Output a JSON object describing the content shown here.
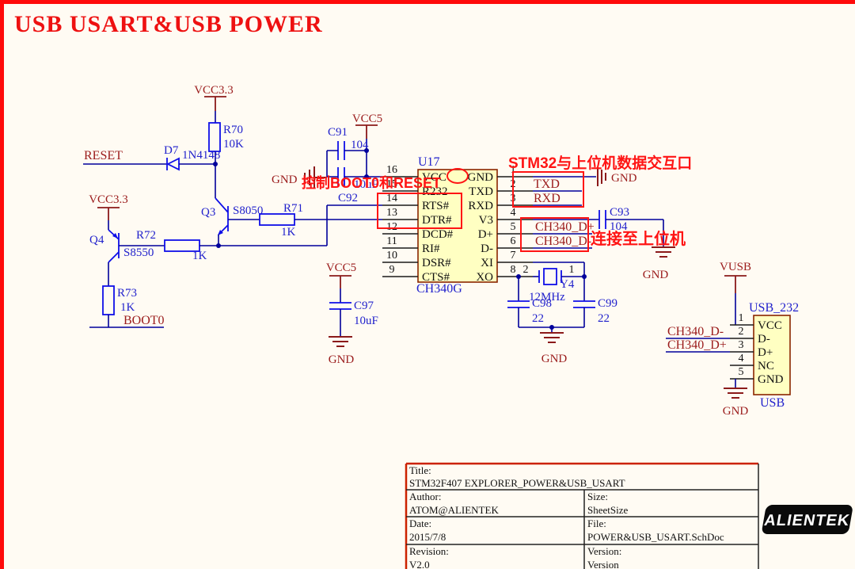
{
  "page": {
    "heading": "USB USART&USB POWER"
  },
  "power": {
    "vcc33": "VCC3.3",
    "vcc5": "VCC5",
    "vusb": "VUSB",
    "gnd": "GND"
  },
  "nets": {
    "reset": "RESET",
    "boot0": "BOOT0",
    "txd": "TXD",
    "rxd": "RXD",
    "ch340_dp": "CH340_D+",
    "ch340_dm": "CH340_D-"
  },
  "components": {
    "r70": {
      "ref": "R70",
      "val": "10K"
    },
    "r71": {
      "ref": "R71",
      "val": "1K"
    },
    "r72": {
      "ref": "R72",
      "val": "1K"
    },
    "r73": {
      "ref": "R73",
      "val": "1K"
    },
    "d7": {
      "ref": "D7",
      "val": "1N4148"
    },
    "q3": {
      "ref": "Q3",
      "val": "S8050"
    },
    "q4": {
      "ref": "Q4",
      "val": "S8550"
    },
    "c91": {
      "ref": "C91",
      "val": "104"
    },
    "c92": {
      "ref": "C92",
      "val": "10uF"
    },
    "c93": {
      "ref": "C93",
      "val": "104"
    },
    "c97": {
      "ref": "C97",
      "val": "10uF"
    },
    "c98": {
      "ref": "C98",
      "val": "22"
    },
    "c99": {
      "ref": "C99",
      "val": "22"
    },
    "y4": {
      "ref": "Y4",
      "val": "12MHz",
      "pin1": "1",
      "pin2": "2"
    }
  },
  "chip": {
    "designator": "U17",
    "part": "CH340G",
    "left_pins": [
      {
        "n": "16",
        "name": "VCC"
      },
      {
        "n": "15",
        "name": "R232"
      },
      {
        "n": "14",
        "name": "RTS#"
      },
      {
        "n": "13",
        "name": "DTR#"
      },
      {
        "n": "12",
        "name": "DCD#"
      },
      {
        "n": "11",
        "name": "RI#"
      },
      {
        "n": "10",
        "name": "DSR#"
      },
      {
        "n": "9",
        "name": "CTS#"
      }
    ],
    "right_pins": [
      {
        "n": "1",
        "name": "GND"
      },
      {
        "n": "2",
        "name": "TXD"
      },
      {
        "n": "3",
        "name": "RXD"
      },
      {
        "n": "4",
        "name": "V3"
      },
      {
        "n": "5",
        "name": "D+"
      },
      {
        "n": "6",
        "name": "D-"
      },
      {
        "n": "7",
        "name": "XI"
      },
      {
        "n": "8",
        "name": "XO"
      }
    ]
  },
  "usb": {
    "name": "USB_232",
    "designator": "USB",
    "pins": [
      {
        "n": "1",
        "name": "VCC"
      },
      {
        "n": "2",
        "name": "D-"
      },
      {
        "n": "3",
        "name": "D+"
      },
      {
        "n": "4",
        "name": "NC"
      },
      {
        "n": "5",
        "name": "GND"
      }
    ]
  },
  "annotations": {
    "data_port": "STM32与上位机数据交互口",
    "connect_host": "连接至上位机",
    "control": "控制BOOT0和RESET"
  },
  "title_block": {
    "title_label": "Title:",
    "title": "STM32F407 EXPLORER_POWER&USB_USART",
    "author_label": "Author:",
    "author": "ATOM@ALIENTEK",
    "size_label": "Size:",
    "size": "SheetSize",
    "date_label": "Date:",
    "date": "2015/7/8",
    "file_label": "File:",
    "file": "POWER&USB_USART.SchDoc",
    "revision_label": "Revision:",
    "revision": "V2.0",
    "version_label": "Version:",
    "version": "Version"
  },
  "logo": {
    "text": "ALIENTEK"
  },
  "colors": {
    "wire": "#00009B",
    "component_outline": "#0F0FE8",
    "power_symbol": "#8B1A1A",
    "net_label": "#9B1C1C",
    "annotation_red": "#FF1414",
    "chip_fill": "#FFFFC2",
    "chip_border": "#8B2500",
    "page_border": "#FF0A0A",
    "background": "#FFFBF3"
  }
}
